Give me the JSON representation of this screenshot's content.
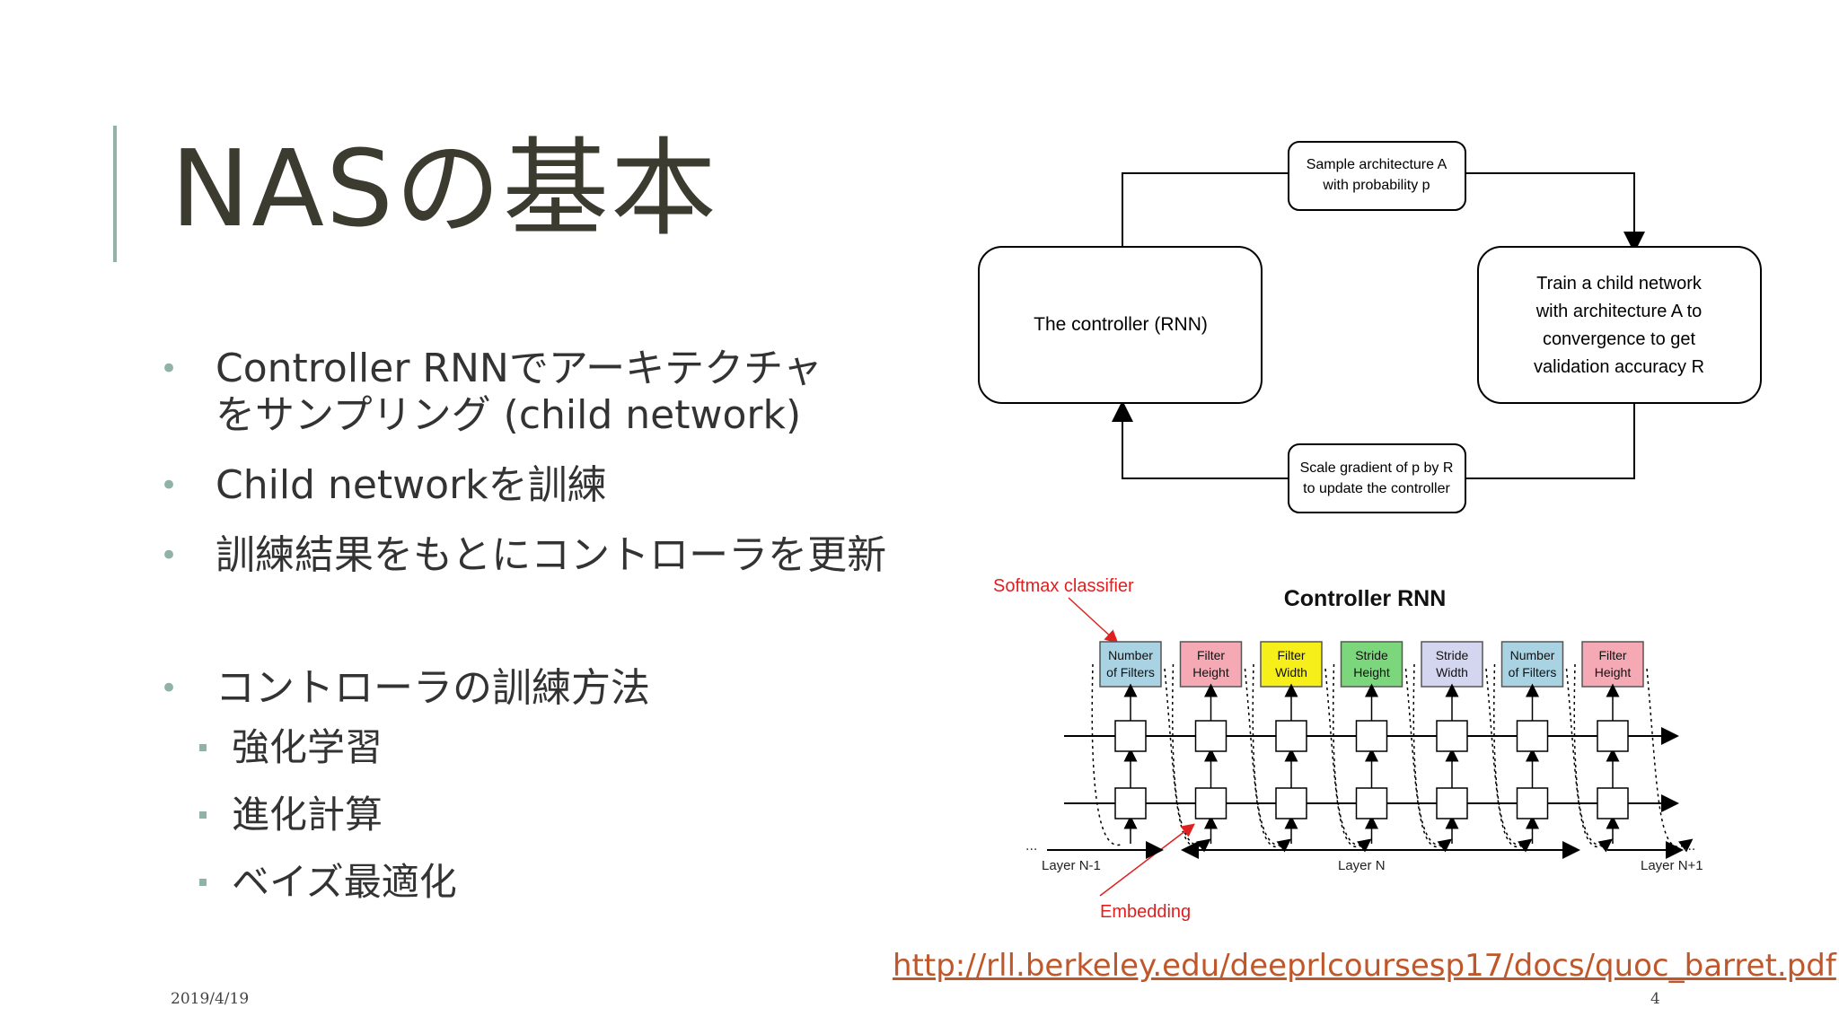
{
  "slide": {
    "title": "NASの基本",
    "bullets": [
      "Controller RNNでアーキテクチャをサンプリング (child network)",
      "Child networkを訓練",
      "訓練結果をもとにコントローラを更新"
    ],
    "bullet_line1": "Controller RNNでアーキテクチャ",
    "bullet_line2": "をサンプリング (child network)",
    "section": "コントローラの訓練方法",
    "sub_bullets": [
      "強化学習",
      "進化計算",
      "ベイズ最適化"
    ],
    "date": "2019/4/19",
    "page_number": "4",
    "link": "http://rll.berkeley.edu/deeprlcoursesp17/docs/quoc_barret.pdf",
    "colors": {
      "accent": "#8fb3a6",
      "title": "#3b3b30",
      "link": "#c0572a"
    }
  },
  "diagram_top": {
    "sample_box": [
      "Sample architecture A",
      "with probability p"
    ],
    "controller_box": "The controller (RNN)",
    "train_box": [
      "Train a child network",
      "with architecture A to",
      "convergence to get",
      "validation accuracy R"
    ],
    "scale_box": [
      "Scale gradient of p by R",
      "to update the controller"
    ]
  },
  "diagram_rnn": {
    "title": "Controller RNN",
    "softmax_label": "Softmax classifier",
    "embedding_label": "Embedding",
    "layer_labels": [
      "Layer N-1",
      "Layer N",
      "Layer N+1"
    ],
    "ellipsis": "...",
    "outputs": [
      {
        "line1": "Number",
        "line2": "of Filters",
        "color": "#a9d3e3"
      },
      {
        "line1": "Filter",
        "line2": "Height",
        "color": "#f4a9b5"
      },
      {
        "line1": "Filter",
        "line2": "Width",
        "color": "#f7ef1a"
      },
      {
        "line1": "Stride",
        "line2": "Height",
        "color": "#7cd67c"
      },
      {
        "line1": "Stride",
        "line2": "Width",
        "color": "#d4d6ef"
      },
      {
        "line1": "Number",
        "line2": "of Filters",
        "color": "#a9d3e3"
      },
      {
        "line1": "Filter",
        "line2": "Height",
        "color": "#f4a9b5"
      }
    ],
    "colors": {
      "annotation": "#e02020"
    }
  }
}
